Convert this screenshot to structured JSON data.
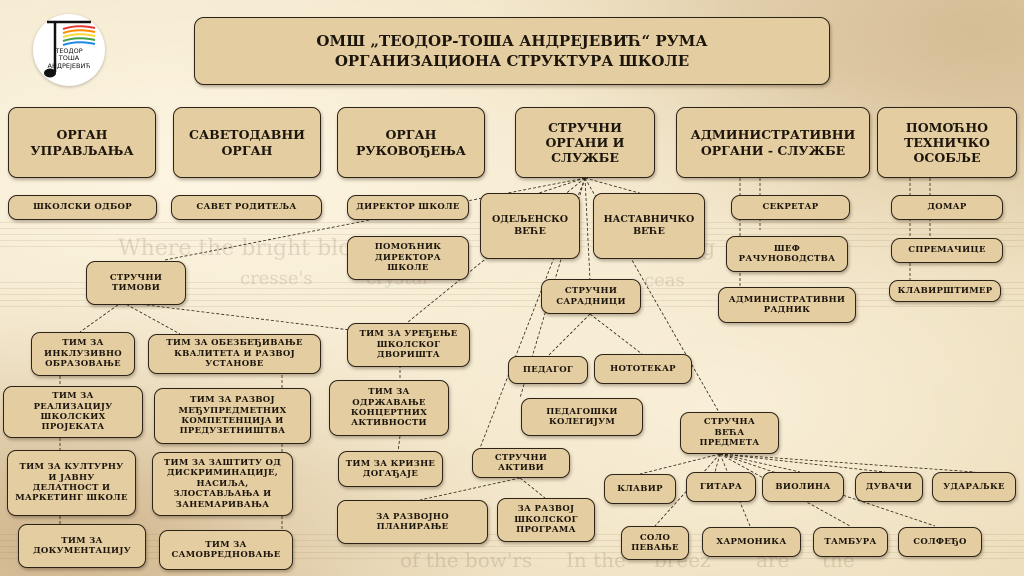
{
  "logo": {
    "line1": "ТЕОДОР",
    "line2": "ТОША",
    "line3": "АНДРЕЈЕВИЋ"
  },
  "title": {
    "line1": "ОМШ „ТЕОДОР-ТОША АНДРЕЈЕВИЋ“ РУМА",
    "line2": "ОРГАНИЗАЦИОНА СТРУКТУРА ШКОЛЕ"
  },
  "background_text": [
    "Where the bright blo",
    "cresse's",
    "crystal",
    "fe",
    "ceas",
    "ing",
    "of the bow'rs",
    "In the",
    "breez",
    "are",
    "the"
  ],
  "headers": {
    "upravljanja": "ОРГАН УПРАВЉАЊА",
    "savetodavni": "САВЕТОДАВНИ ОРГАН",
    "rukovodjenja": "ОРГАН РУКОВОЂЕЊА",
    "strucni": "СТРУЧНИ ОРГАНИ И СЛУЖБЕ",
    "administrativni": "АДМИНИСТРАТИВНИ ОРГАНИ - СЛУЖБЕ",
    "pomocno": "ПОМОЋНО ТЕХНИЧКО ОСОБЉЕ"
  },
  "nodes": {
    "skolski_odbor": "ШКОЛСКИ ОДБОР",
    "savet_roditelja": "САВЕТ РОДИТЕЉА",
    "direktor": "ДИРЕКТОР ШКОЛЕ",
    "pomocnik": "ПОМОЋНИК ДИРЕКТОРА ШКОЛЕ",
    "odeljensko": "ОДЕЉЕНСКО ВЕЋЕ",
    "nastavnicko": "НАСТАВНИЧКО ВЕЋЕ",
    "sekretar": "СЕКРЕТАР",
    "sef": "ШЕФ РАЧУНОВОДСТВА",
    "admin_radnik": "АДМИНИСТРАТИВНИ РАДНИК",
    "domar": "ДОМАР",
    "spremacice": "СПРЕМАЧИЦЕ",
    "klavirstimer": "КЛАВИРШТИМЕР",
    "strucni_timovi": "СТРУЧНИ ТИМОВИ",
    "strucni_saradnici": "СТРУЧНИ САРАДНИЦИ",
    "pedagog": "ПЕДАГОГ",
    "nototeka": "НОТОТЕКАР",
    "pedagoski_kolegijum": "ПЕДАГОШКИ КОЛЕГИЈУМ",
    "strucna_veca": "СТРУЧНА ВЕЋА ПРЕДМЕТА",
    "strucni_aktivi": "СТРУЧНИ АКТИВИ",
    "tim_inkluzivno": "ТИМ ЗА ИНКЛУЗИВНО ОБРАЗОВАЊЕ",
    "tim_kvalitet": "ТИМ ЗА ОБЕЗБЕЂИВАЊЕ КВАЛИТЕТА И РАЗВОЈ УСТАНОВЕ",
    "tim_dvorista": "ТИМ ЗА УРЕЂЕЊЕ ШКОЛСКОГ ДВОРИШТА",
    "tim_projekti": "ТИМ ЗА РЕАЛИЗАЦИЈУ ШКОЛСКИХ ПРОЈЕКАТА",
    "tim_kompetencije": "ТИМ ЗА РАЗВОЈ МЕЂУПРЕДМЕТНИХ КОМПЕТЕНЦИЈА И ПРЕДУЗЕТНИШТВА",
    "tim_koncerti": "ТИМ ЗА ОДРЖАВАЊЕ КОНЦЕРТНИХ АКТИВНОСТИ",
    "tim_kultura": "ТИМ ЗА КУЛТУРНУ И ЈАВНУ ДЕЛАТНОСТ И МАРКЕТИНГ ШКОЛЕ",
    "tim_zastita": "ТИМ ЗА ЗАШТИТУ ОД ДИСКРИМИНАЦИЈЕ, НАСИЉА, ЗЛОСТАВЉАЊА И ЗАНЕМАРИВАЊА",
    "tim_krizni": "ТИМ ЗА КРИЗНЕ ДОГАЂАЈЕ",
    "tim_dokumentacija": "ТИМ ЗА ДОКУМЕНТАЦИЈУ",
    "tim_samovrednovanje": "ТИМ ЗА САМОВРЕДНОВАЊЕ",
    "razvojno_planiranje": "ЗА РАЗВОЈНО ПЛАНИРАЊЕ",
    "razvoj_programa": "ЗА РАЗВОЈ ШКОЛСКОГ ПРОГРАМА",
    "klavir": "КЛАВИР",
    "gitara": "ГИТАРА",
    "violina": "ВИОЛИНА",
    "duvaci": "ДУВАЧИ",
    "udaraljke": "УДАРАЉКЕ",
    "solo_pevanje": "СОЛО ПЕВАЊЕ",
    "harmonika": "ХАРМОНИКА",
    "tambura": "ТАМБУРА",
    "solfedjo": "СОЛФЕЂО"
  }
}
